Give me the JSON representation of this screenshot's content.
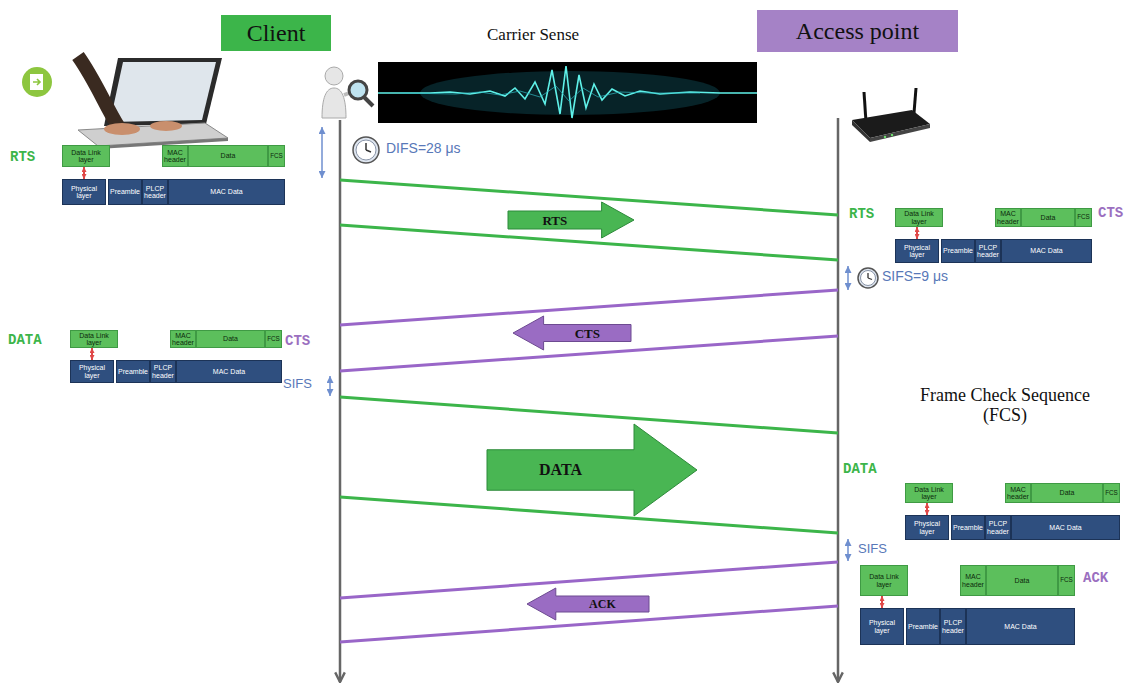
{
  "diagram": {
    "nodes": [
      {
        "text": [
          "Client"
        ]
      },
      {
        "text": [
          "Access point"
        ]
      },
      {
        "text": [
          "Data Link layer"
        ]
      },
      {
        "text": [
          "MAC header"
        ]
      },
      {
        "text": [
          "Data"
        ]
      },
      {
        "text": [
          "FCS"
        ]
      },
      {
        "text": [
          "Physical layer"
        ]
      },
      {
        "text": [
          "Preamble"
        ]
      },
      {
        "text": [
          "PLCP header"
        ]
      },
      {
        "text": [
          "MAC Data"
        ]
      },
      {
        "text": [
          "RTS"
        ]
      },
      {
        "text": [
          "Data Link layer"
        ]
      },
      {
        "text": [
          "MAC header"
        ]
      },
      {
        "text": [
          "Data"
        ]
      },
      {
        "text": [
          "FCS"
        ]
      },
      {
        "text": [
          "Physical layer"
        ]
      },
      {
        "text": [
          "Preamble"
        ]
      },
      {
        "text": [
          "PLCP header"
        ]
      },
      {
        "text": [
          "MAC Data"
        ]
      },
      {
        "text": [
          "CTS"
        ]
      },
      {
        "text": [
          "Data Link layer"
        ]
      },
      {
        "text": [
          "MAC header"
        ]
      },
      {
        "text": [
          "Data"
        ]
      },
      {
        "text": [
          "FCS"
        ]
      },
      {
        "text": [
          "Physical layer"
        ]
      },
      {
        "text": [
          "Preamble"
        ]
      },
      {
        "text": [
          "PLCP header"
        ]
      },
      {
        "text": [
          "MAC Data"
        ]
      },
      {
        "text": [
          "DATA"
        ]
      },
      {
        "text": [
          "Data Link layer"
        ]
      },
      {
        "text": [
          "MAC header"
        ]
      },
      {
        "text": [
          "Data"
        ]
      },
      {
        "text": [
          "FCS"
        ]
      },
      {
        "text": [
          "Physical layer"
        ]
      },
      {
        "text": [
          "Preamble"
        ]
      },
      {
        "text": [
          "PLCP header"
        ]
      },
      {
        "text": [
          "MAC Data"
        ]
      },
      {
        "text": [
          "ACK"
        ]
      },
      {
        "text": [
          "Data Link layer"
        ]
      },
      {
        "text": [
          "MAC header"
        ]
      },
      {
        "text": [
          "Data"
        ]
      },
      {
        "text": [
          "FCS"
        ]
      },
      {
        "text": [
          "Physical layer"
        ]
      },
      {
        "text": [
          "Preamble"
        ]
      },
      {
        "text": [
          "PLCP header"
        ]
      },
      {
        "text": [
          "MAC Data"
        ]
      }
    ],
    "edges": [
      {
        "from": 2,
        "to": 6,
        "arrow": "both"
      },
      {
        "from": 11,
        "to": 15,
        "arrow": "both"
      },
      {
        "from": 20,
        "to": 24,
        "arrow": "both"
      },
      {
        "from": 29,
        "to": 33,
        "arrow": "both"
      },
      {
        "from": 38,
        "to": 42,
        "arrow": "both"
      }
    ],
    "labels": [
      "Carrier Sense",
      "RTS",
      "DIFS=28 μs",
      "RTS",
      "CTS",
      "SIFS=9 μs",
      "DATA",
      "CTS",
      "SIFS",
      "Frame Check Sequence (FCS)",
      "DATA",
      "SIFS",
      "ACK"
    ]
  }
}
